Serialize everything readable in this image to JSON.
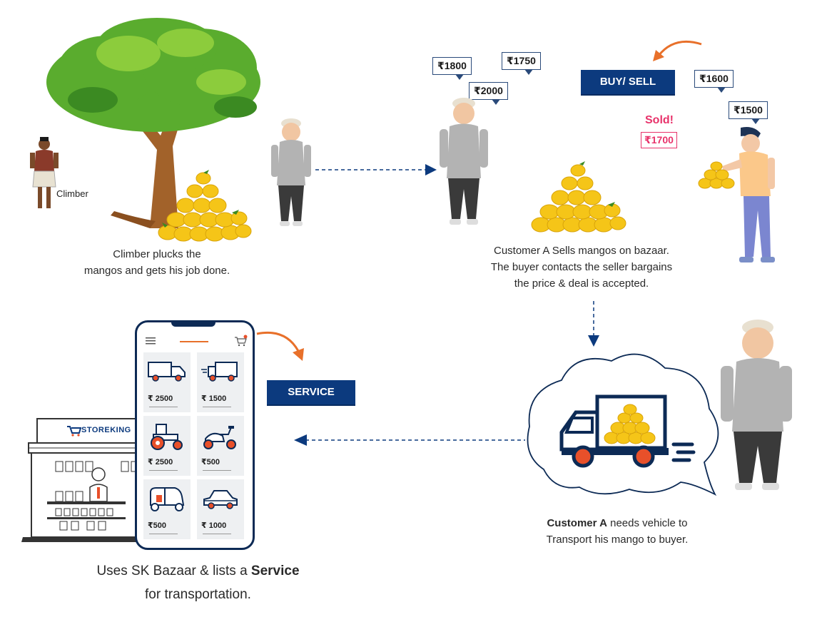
{
  "scene1": {
    "climber_label": "Climber",
    "caption_line1": "Climber plucks the",
    "caption_line2": "mangos and gets his job done."
  },
  "scene2": {
    "bids": [
      "₹1800",
      "₹1750",
      "₹2000",
      "₹1600",
      "₹1500"
    ],
    "buy_sell_label": "BUY/ SELL",
    "sold_label": "Sold!",
    "sold_price": "₹1700",
    "caption_line1": "Customer A Sells mangos on bazaar.",
    "caption_line2": "The buyer contacts the seller bargains",
    "caption_line3": "the price & deal is accepted."
  },
  "scene3": {
    "caption_bold": "Customer A",
    "caption_rest": " needs vehicle to",
    "caption_line2": "Transport his mango to buyer."
  },
  "scene4": {
    "service_label": "SERVICE",
    "store_name": "STOREKING",
    "tiles": [
      {
        "icon": "box-truck-icon",
        "price": "₹ 2500"
      },
      {
        "icon": "small-truck-icon",
        "price": "₹ 1500"
      },
      {
        "icon": "tractor-icon",
        "price": "₹ 2500"
      },
      {
        "icon": "scooter-icon",
        "price": "₹500"
      },
      {
        "icon": "auto-rickshaw-icon",
        "price": "₹500"
      },
      {
        "icon": "car-icon",
        "price": "₹ 1000"
      }
    ],
    "caption_pre": "Uses SK Bazaar & lists a ",
    "caption_bold": "Service",
    "caption_line2": "for transportation."
  },
  "colors": {
    "navy": "#0c3a7e",
    "orange_arrow": "#e8702a",
    "mango": "#f5c518",
    "leaf": "#4a9a2a",
    "sold_pink": "#e8336b"
  }
}
